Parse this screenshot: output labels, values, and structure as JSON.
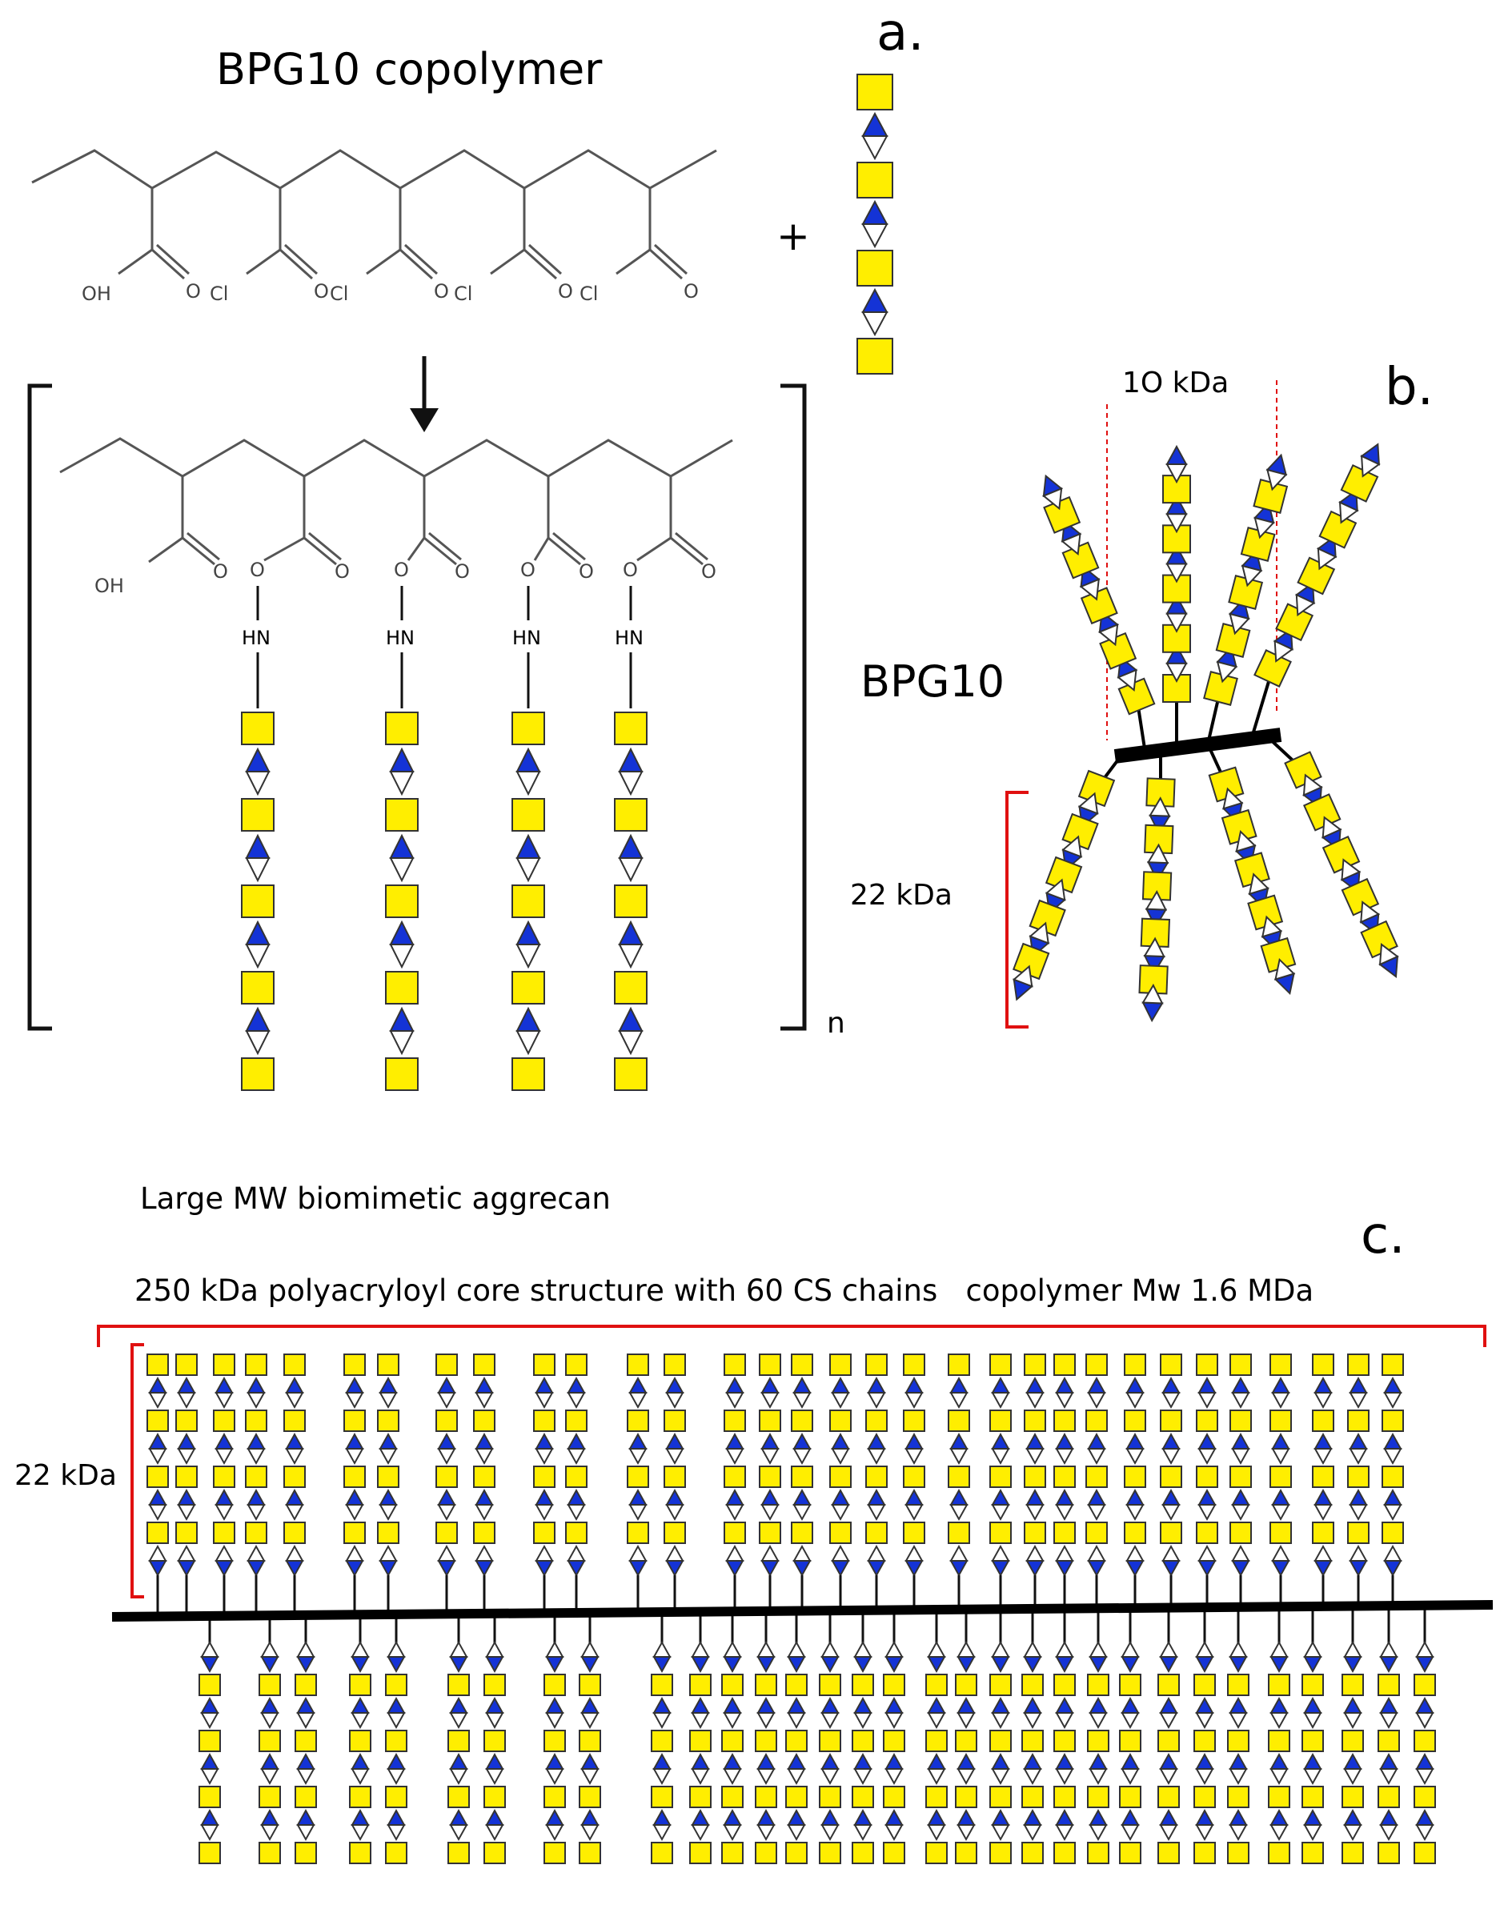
{
  "panel_a": {
    "label": "a.",
    "title": "BPG10 copolymer",
    "plus": "+",
    "arrow": "↓",
    "bracket_n": "n",
    "oh": "OH",
    "o": "O",
    "cl": "Cl",
    "hn": "HN"
  },
  "panel_b": {
    "label": "b.",
    "name": "BPG10",
    "width_label": "1O kDa",
    "length_label": "22 kDa"
  },
  "panel_c": {
    "label": "c.",
    "title": "Large MW biomimetic aggrecan",
    "subtitle": "250 kDa polyacryloyl core structure with 60 CS chains   copolymer Mw 1.6 MDa",
    "length_label": "22 kDa"
  },
  "colors": {
    "square_fill": "#ffee00",
    "triangle_fill": "#1433d6",
    "bracket_red": "#e01010",
    "backbone": "#000000",
    "bond_grey": "#555555"
  },
  "icons": {
    "square": "gal-square-icon",
    "triangle": "glcnac-triangle-icon"
  }
}
